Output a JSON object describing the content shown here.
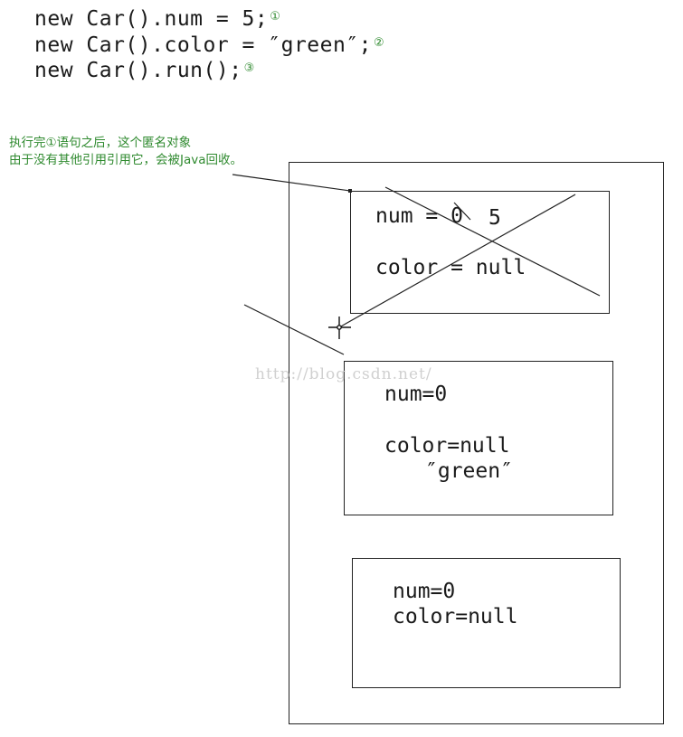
{
  "code": {
    "lines": [
      {
        "text": "new Car().num = 5;",
        "marker": "①"
      },
      {
        "text": "new Car().color = ″green″;",
        "marker": "②"
      },
      {
        "text": "new Car().run();",
        "marker": "③"
      }
    ]
  },
  "annotation": {
    "line1": "执行完①语句之后，这个匿名对象",
    "line2": "由于没有其他引用引用它，会被Java回收。"
  },
  "objects": [
    {
      "num_label": "num = 0",
      "new_num": "5",
      "color_label": "color = null"
    },
    {
      "num_label": "num=0",
      "color_label": "color=null",
      "new_color": "″green″"
    },
    {
      "num_label": "num=0",
      "color_label": "color=null"
    }
  ],
  "watermark": "http://blog.csdn.net/",
  "colors": {
    "annotation": "#2f8a2f",
    "stroke": "#222222"
  }
}
